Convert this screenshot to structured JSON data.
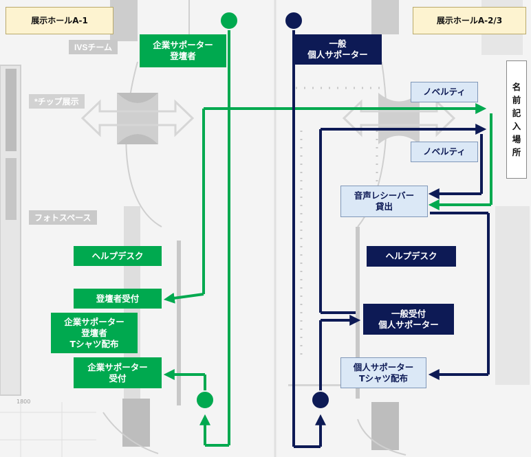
{
  "halls": {
    "left": "展示ホールA-1",
    "right": "展示ホールA-2/3"
  },
  "floor_labels": {
    "ivs_team": "IVSチーム",
    "chip_exhibit": "*チップ展示",
    "photo_space": "フォトスペース",
    "dim": "1800"
  },
  "boxes": {
    "corporate_speaker": "企業サポーター\n登壇者",
    "general_individual": "一般\n個人サポーター",
    "novelty_1": "ノベルティ",
    "novelty_2": "ノベルティ",
    "name_entry": "名\n前\n記\n入\n場\n所",
    "audio_receiver": "音声レシーバー\n貸出",
    "helpdesk_left": "ヘルプデスク",
    "helpdesk_right": "ヘルプデスク",
    "speaker_reception": "登壇者受付",
    "corp_tshirt": "企業サポーター\n登壇者\nTシャツ配布",
    "corp_reception": "企業サポーター\n受付",
    "general_reception": "一般受付\n個人サポーター",
    "individual_tshirt": "個人サポーター\nTシャツ配布"
  },
  "colors": {
    "green": "#00a94f",
    "navy": "#0d1a55",
    "light_blue": "#dbe8f6",
    "hall_label_bg": "#fdf3d0"
  }
}
